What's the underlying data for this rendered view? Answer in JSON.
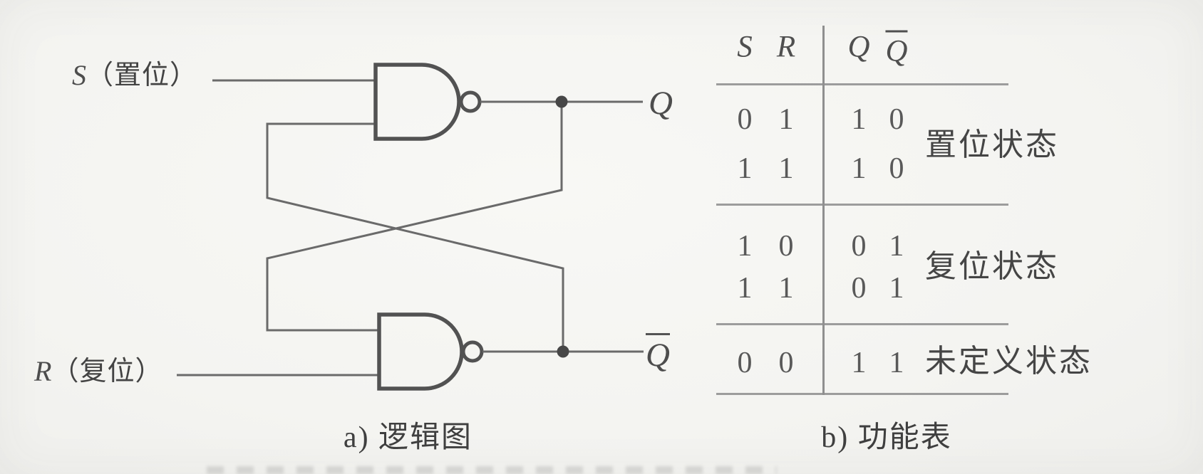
{
  "panel_a": {
    "caption": "a) 逻辑图",
    "inputs": {
      "s_letter": "S",
      "s_annotation": "（置位）",
      "r_letter": "R",
      "r_annotation": "（复位）"
    },
    "outputs": {
      "q_label": "Q",
      "q_bar_label": "Q",
      "q_bar_overline": true
    }
  },
  "panel_b": {
    "caption": "b) 功能表",
    "table": {
      "headers": [
        {
          "label": "S",
          "overline": false
        },
        {
          "label": "R",
          "overline": false
        },
        {
          "label": "Q",
          "overline": false
        },
        {
          "label": "Q",
          "overline": true
        }
      ],
      "groups": [
        {
          "state": "置位状态",
          "rows": [
            [
              "0",
              "1",
              "1",
              "0"
            ],
            [
              "1",
              "1",
              "1",
              "0"
            ]
          ]
        },
        {
          "state": "复位状态",
          "rows": [
            [
              "1",
              "0",
              "0",
              "1"
            ],
            [
              "1",
              "1",
              "0",
              "1"
            ]
          ]
        },
        {
          "state": "未定义状态",
          "rows": [
            [
              "0",
              "0",
              "1",
              "1"
            ]
          ]
        }
      ]
    }
  },
  "colors": {
    "paper": "#f5f5f2",
    "line": "#6a6a6a",
    "gate_outline": "#525252",
    "text": "#454545",
    "table_rule": "#9c9c9c"
  }
}
